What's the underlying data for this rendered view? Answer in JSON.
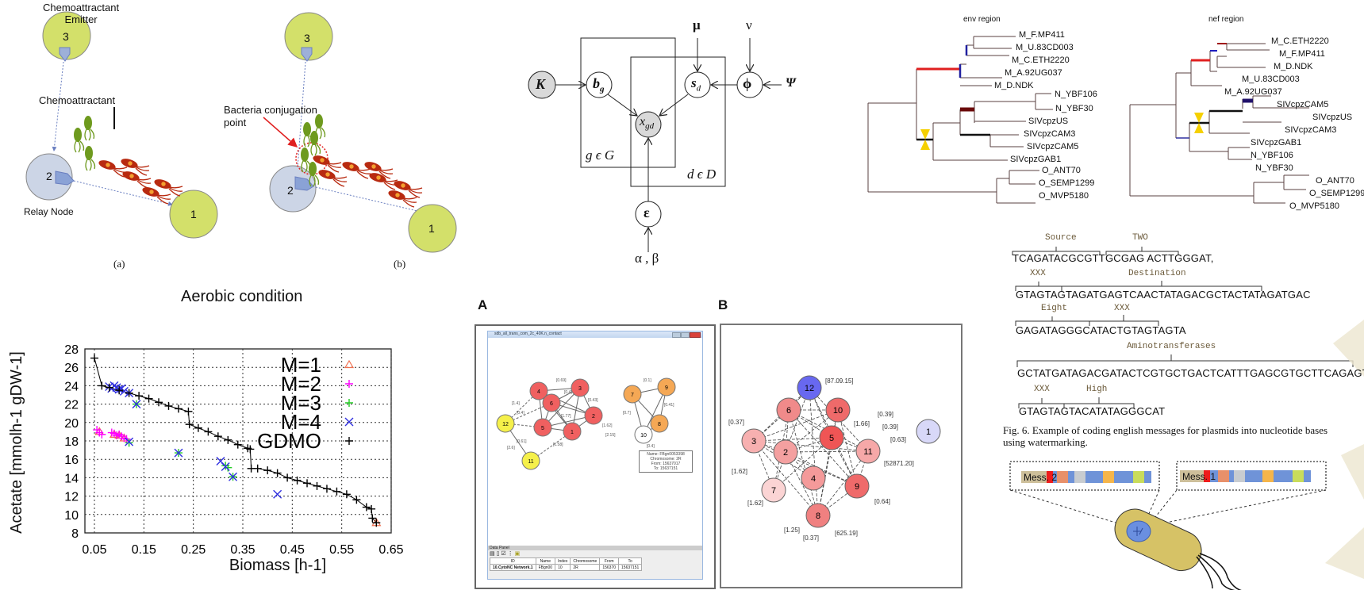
{
  "panel_chemo": {
    "label_emitter": "Chemoattractant\nEmitter",
    "label_emitter_line1": "Chemoattractant",
    "label_emitter_line2": "Emitter",
    "label_chemo": "Chemoattractant",
    "label_relay": "Relay Node",
    "label_conjugation_line1": "Bacteria conjugation",
    "label_conjugation_line2": "point",
    "node_3": "3",
    "node_2": "2",
    "node_1": "1",
    "caption_a": "(a)",
    "caption_b": "(b)",
    "colors": {
      "node_green": "#d3e06a",
      "node_relay": "#ccd5e6",
      "bacteria_green": "#6e9a1e",
      "bacteria_red": "#b82a10",
      "arrow_red": "#e02020"
    }
  },
  "graphical_model": {
    "nodes": {
      "K": "K",
      "bg": "b",
      "bg_sub": "g",
      "sd": "s",
      "sd_sub": "d",
      "xgd": "x",
      "xgd_sub": "gd",
      "phi": "ϕ",
      "eps": "ε"
    },
    "params": {
      "mu": "μ",
      "nu": "ν",
      "psi": "Ψ",
      "alpha_beta": "α , β"
    },
    "plate_g": "g ϵ G",
    "plate_d": "d ϵ D"
  },
  "trees": [
    {
      "title": "env region",
      "leaves": [
        "M_F.MP411",
        "M_U.83CD003",
        "M_C.ETH2220",
        "M_A.92UG037",
        "M_D.NDK",
        "N_YBF106",
        "N_YBF30",
        "SIVcpzUS",
        "SIVcpzCAM3",
        "SIVcpzCAM5",
        "SIVcpzGAB1",
        "O_ANT70",
        "O_SEMP1299",
        "O_MVP5180"
      ]
    },
    {
      "title": "nef region",
      "leaves": [
        "M_C.ETH2220",
        "M_F.MP411",
        "M_D.NDK",
        "M_U.83CD003",
        "M_A.92UG037",
        "SIVcpzCAM5",
        "SIVcpzUS",
        "SIVcpzCAM3",
        "SIVcpzGAB1",
        "N_YBF106",
        "N_YBF30",
        "O_ANT70",
        "O_SEMP1299",
        "O_MVP5180"
      ]
    }
  ],
  "dna": {
    "rows": [
      {
        "seq": "TCAGATACGCGTTGCGAG ACTTGGGAT,",
        "labels": [
          "Source",
          "TWO"
        ]
      },
      {
        "seq": "GTAGTAGTAGATGAGTCAACTATAGACGCTACTATAGATGAC",
        "labels": [
          "XXX",
          "Destination"
        ]
      },
      {
        "seq": "GAGATAGGGCATACTGTAGTAGTA",
        "labels": [
          "Eight",
          "XXX"
        ]
      },
      {
        "seq": "GCTATGATAGACGATACTCGTGCTGACTCATTTGAGCGTGCTTCAGAGTCA",
        "labels": [
          "Aminotransferases"
        ]
      },
      {
        "seq": "GTAGTAGTACATATAGGGCAT",
        "labels": [
          "XXX",
          "High"
        ]
      }
    ],
    "caption_line1": "Fig. 6.   Example of coding english messages for plasmids into nucleotide bases",
    "caption_line2": "using watermarking."
  },
  "plasmid": {
    "mess2": "Mess. 2",
    "mess1": "Mess. 1",
    "colors": {
      "cell": "#d6c266",
      "nucleus": "#6a8fe0",
      "bar": "#6f93d8",
      "red": "#ee1c1c",
      "salmon": "#e8906a",
      "grey": "#c8ccd0",
      "orange": "#f5b54a",
      "lime": "#c9dc5a",
      "tan": "#cdbf9a"
    }
  },
  "network_a": {
    "label": "A",
    "window_title": "sdb_all_trans_com_2c_40K.n_contact",
    "nodes": [
      "1",
      "2",
      "3",
      "4",
      "5",
      "6",
      "7",
      "8",
      "9",
      "10",
      "11",
      "12"
    ],
    "edge_labels": [
      "[0.69]",
      "[0.43]",
      "[1.4]",
      "[0.4]",
      "[0.61]",
      "[2.6]",
      "[1.58]",
      "[1.62]",
      "[2.15]",
      "[1.77]",
      "[0.4]",
      "[0.1]",
      "[0.41]",
      "[0.7]",
      "[0.4]"
    ],
    "tooltip": {
      "name": "Name: FBgn0053398",
      "chromosome": "Chromosome: 2R",
      "from": "From: 15637017",
      "to": "To: 15637151"
    },
    "data_panel": {
      "title": "Data Panel",
      "columns": [
        "ID",
        "Name",
        "Index",
        "Chromosome",
        "From",
        "To"
      ],
      "row": [
        "10.CytoNC Network.1",
        "FBgn00",
        "10",
        "2R",
        "156370",
        "15637151"
      ]
    }
  },
  "network_b": {
    "label": "B",
    "nodes": [
      "1",
      "2",
      "3",
      "4",
      "5",
      "6",
      "7",
      "8",
      "9",
      "10",
      "11",
      "12"
    ],
    "edge_labels": [
      "[87.09.15]",
      "[0.39]",
      "[0.39]",
      "[0.63]",
      "[1.66]",
      "[52871.20]",
      "[0.37]",
      "[1.62]",
      "[1.62]",
      "[1.25]",
      "[0.37]",
      "[625.19]",
      "[0.64]"
    ]
  },
  "chart_data": {
    "type": "scatter",
    "title": "Aerobic condition",
    "xlabel": "Biomass [h-1]",
    "ylabel": "Acetate [mmolh-1 gDW-1]",
    "xlim": [
      0.05,
      0.65
    ],
    "ylim": [
      8,
      28
    ],
    "xticks": [
      "0.05",
      "0.15",
      "0.25",
      "0.35",
      "0.45",
      "0.55",
      "0.65"
    ],
    "yticks": [
      "28",
      "26",
      "24",
      "22",
      "20",
      "18",
      "16",
      "14",
      "12",
      "10",
      "8"
    ],
    "grid": true,
    "legend_position": "top-right",
    "series": [
      {
        "name": "M=1",
        "marker": "triangle",
        "color": "#f07050",
        "x": [
          0.06,
          0.09,
          0.1,
          0.11,
          0.62
        ],
        "y": [
          19.0,
          18.7,
          18.6,
          18.3,
          9.1
        ]
      },
      {
        "name": "M=2",
        "marker": "plus",
        "color": "#ff00ff",
        "x": [
          0.055,
          0.06,
          0.065,
          0.085,
          0.09,
          0.095,
          0.1,
          0.105,
          0.11,
          0.115
        ],
        "y": [
          19.2,
          18.9,
          18.7,
          18.9,
          18.8,
          18.6,
          18.7,
          18.5,
          18.3,
          18.2
        ]
      },
      {
        "name": "M=3",
        "marker": "plus",
        "color": "#22cc22",
        "x": [
          0.12,
          0.135,
          0.22,
          0.315,
          0.32,
          0.33
        ],
        "y": [
          17.8,
          22.0,
          16.7,
          15.3,
          15.1,
          14.1
        ]
      },
      {
        "name": "M=4",
        "marker": "x",
        "color": "#3030e0",
        "x": [
          0.08,
          0.085,
          0.09,
          0.095,
          0.1,
          0.105,
          0.11,
          0.12,
          0.12,
          0.135,
          0.22,
          0.305,
          0.315,
          0.33,
          0.42
        ],
        "y": [
          23.9,
          23.7,
          24.0,
          23.8,
          23.6,
          23.7,
          23.4,
          23.2,
          17.9,
          22.0,
          16.7,
          15.8,
          15.2,
          14.1,
          12.2
        ]
      },
      {
        "name": "GDMO",
        "marker": "plus",
        "color": "#000000",
        "x": [
          0.05,
          0.065,
          0.08,
          0.1,
          0.12,
          0.14,
          0.16,
          0.18,
          0.2,
          0.22,
          0.24,
          0.242,
          0.26,
          0.28,
          0.3,
          0.32,
          0.34,
          0.36,
          0.365,
          0.367,
          0.38,
          0.4,
          0.42,
          0.44,
          0.46,
          0.48,
          0.5,
          0.52,
          0.54,
          0.56,
          0.58,
          0.6,
          0.61,
          0.612,
          0.62
        ],
        "y": [
          27.0,
          24.0,
          23.8,
          23.5,
          23.2,
          22.9,
          22.6,
          22.2,
          21.8,
          21.5,
          21.2,
          19.8,
          19.4,
          19.0,
          18.5,
          18.1,
          17.6,
          17.2,
          17.1,
          15.0,
          15.0,
          14.8,
          14.5,
          14.0,
          13.7,
          13.4,
          13.1,
          12.8,
          12.5,
          12.2,
          11.6,
          10.8,
          10.6,
          9.6,
          9.1
        ]
      }
    ]
  }
}
